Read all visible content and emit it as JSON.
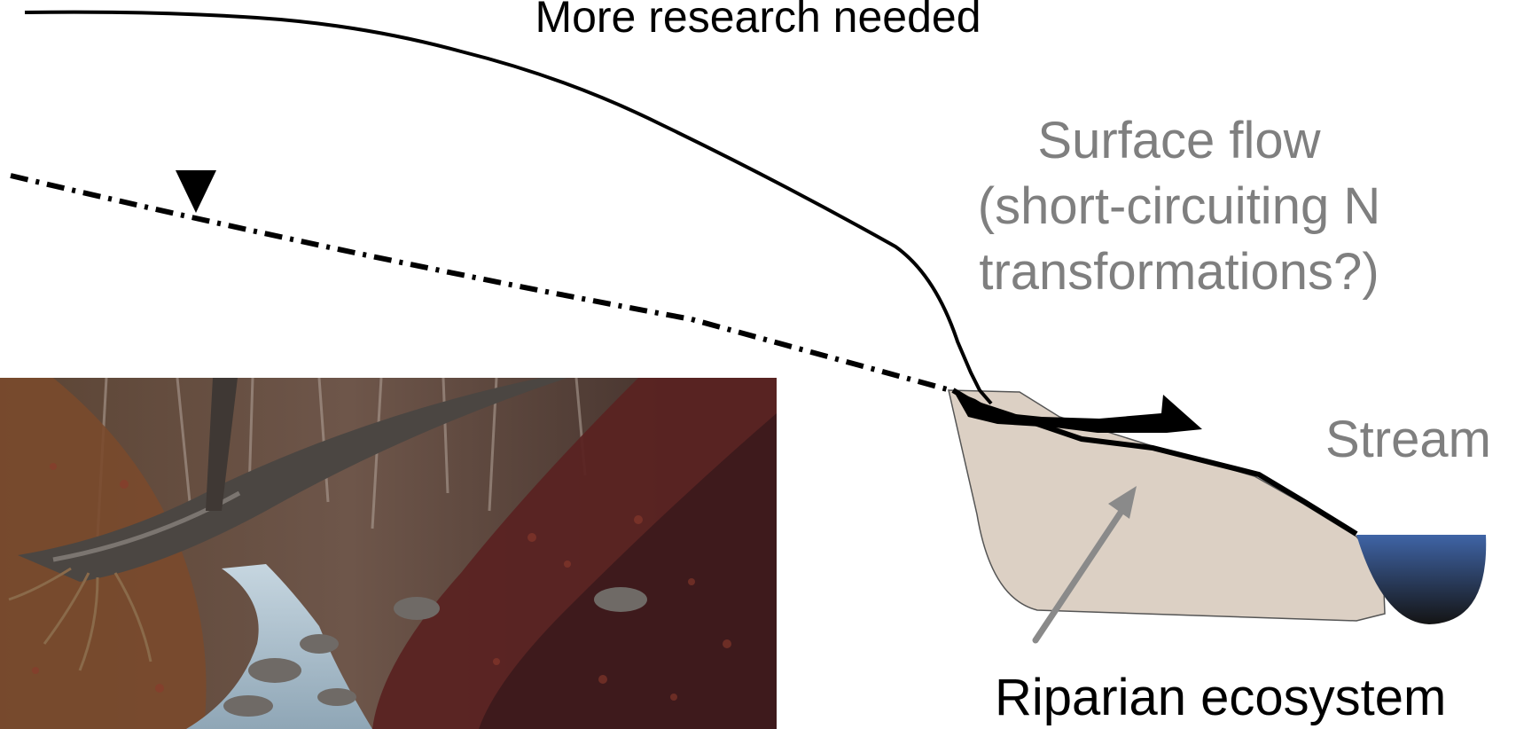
{
  "diagram": {
    "title": "More research needed",
    "surface_flow_lines": [
      "Surface flow",
      "(short-circuiting N",
      "transformations?)"
    ],
    "stream_label": "Stream",
    "riparian_label": "Riparian ecosystem"
  },
  "colors": {
    "soil": "#dcd0c4",
    "stream_water_top": "#3f64a6",
    "stream_water_bottom": "#141414",
    "label_gray": "#7f7f7f",
    "pointer_arrow": "#8a8a8a",
    "line": "#000000"
  },
  "photo": {
    "subject": "forested stream channel with fallen tree trunk"
  }
}
